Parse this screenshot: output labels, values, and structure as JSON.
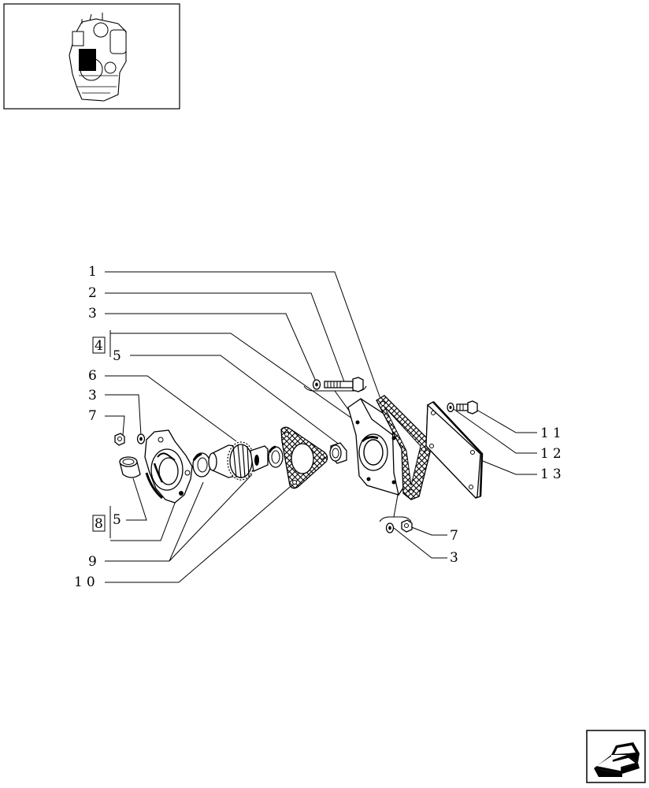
{
  "thumbnail": {
    "icon": "engine-overview-icon"
  },
  "callouts": [
    {
      "id": "c1",
      "text": "1"
    },
    {
      "id": "c2",
      "text": "2"
    },
    {
      "id": "c3a",
      "text": "3"
    },
    {
      "id": "c4",
      "text": "4",
      "boxed": true
    },
    {
      "id": "c5a",
      "text": "5"
    },
    {
      "id": "c6",
      "text": "6"
    },
    {
      "id": "c3b",
      "text": "3"
    },
    {
      "id": "c7a",
      "text": "7"
    },
    {
      "id": "c8",
      "text": "8",
      "boxed": true
    },
    {
      "id": "c5b",
      "text": "5"
    },
    {
      "id": "c9",
      "text": "9"
    },
    {
      "id": "c10",
      "text": "10"
    },
    {
      "id": "c11",
      "text": "11"
    },
    {
      "id": "c12",
      "text": "12"
    },
    {
      "id": "c13",
      "text": "13"
    },
    {
      "id": "c7b",
      "text": "7"
    },
    {
      "id": "c3c",
      "text": "3"
    }
  ],
  "nav": {
    "icon": "previous-page-arrow-icon"
  }
}
